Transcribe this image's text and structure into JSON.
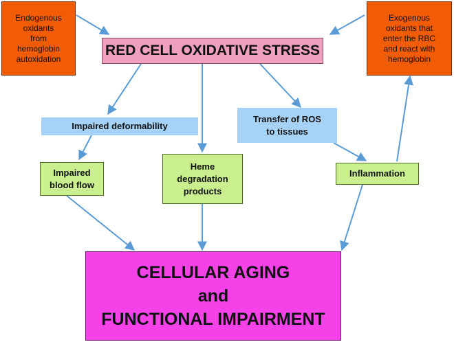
{
  "nodes": {
    "endogenous": "Endogenous\noxidants\nfrom\nhemoglobin\nautoxidation",
    "exogenous": "Exogenous\noxidants that\nenter the RBC\nand react with\nhemoglobin",
    "stress": "RED CELL OXIDATIVE STRESS",
    "deformability": "Impaired deformability",
    "ros": "Transfer of ROS\nto tissues",
    "blood_flow": "Impaired\nblood flow",
    "heme": "Heme\ndegradation\nproducts",
    "inflammation": "Inflammation",
    "aging": "CELLULAR AGING\nand\nFUNCTIONAL IMPAIRMENT"
  },
  "colors": {
    "orange": "#f25c05",
    "pink": "#f0a0bf",
    "blue": "#a6d2f7",
    "green": "#c9ef8e",
    "magenta": "#f442e8",
    "arrow": "#5b9bd5"
  }
}
